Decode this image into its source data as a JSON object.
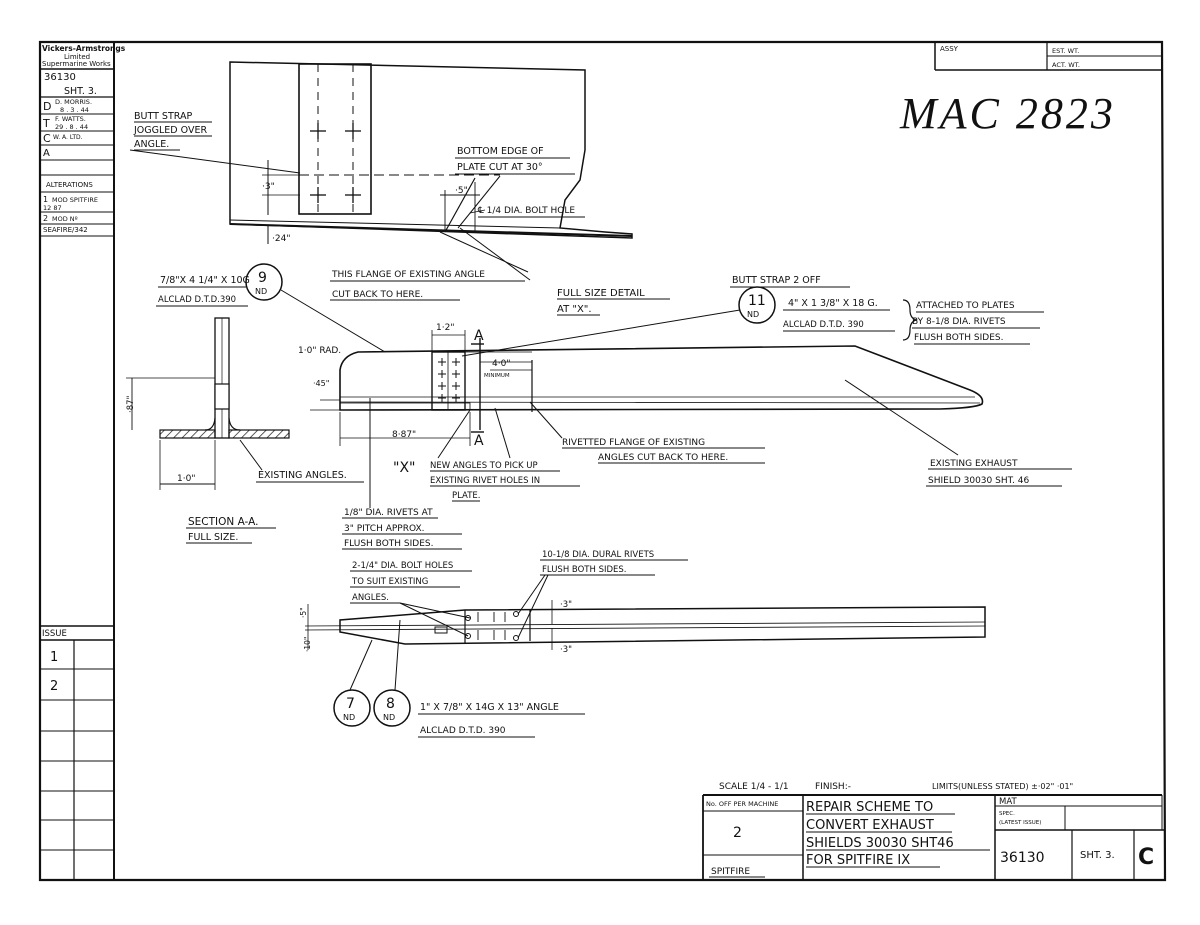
{
  "sidebar": {
    "company": [
      "Vickers-Armstrongs",
      "Limited",
      "Supermarine Works"
    ],
    "drawing_no": "36130",
    "sheet": "SHT. 3.",
    "rows": [
      {
        "letter": "D",
        "text": [
          "D. MORRIS.",
          "8 . 3 . 44"
        ]
      },
      {
        "letter": "T",
        "text": [
          "F. WATTS.",
          "29 . 8 . 44"
        ]
      },
      {
        "letter": "C",
        "text": [
          "W. A. LTD."
        ]
      },
      {
        "letter": "A",
        "text": []
      }
    ],
    "alterations_label": "ALTERATIONS",
    "alterations": [
      {
        "no": "1",
        "text": [
          "MOD SPITFIRE",
          "12 87"
        ]
      },
      {
        "no": "2",
        "text": [
          "MOD Nº",
          "SEAFIRE/342"
        ]
      }
    ],
    "issue_label": "ISSUE",
    "issues": [
      "1",
      "2"
    ]
  },
  "top_box": {
    "assy": "ASSY",
    "est_wt": "EST. WT.",
    "act_wt": "ACT. WT."
  },
  "mac_number": "MAC 2823",
  "top_detail": {
    "butt_strap": [
      "BUTT STRAP",
      "JOGGLED OVER",
      "ANGLE."
    ],
    "bottom_edge": [
      "BOTTOM EDGE OF",
      "PLATE CUT AT 30°"
    ],
    "dim_05": "·5\"",
    "dim_03": "·3\"",
    "dim_024": "·24\"",
    "bolt_hole": "℄ 1/4 DIA. BOLT HOLE",
    "flange": [
      "THIS FLANGE OF EXISTING ANGLE",
      "CUT BACK TO HERE."
    ],
    "full_size": [
      "FULL SIZE DETAIL",
      "AT \"X\"."
    ]
  },
  "callouts": {
    "c9": {
      "num": "9",
      "suffix": "ND"
    },
    "c11": {
      "num": "11",
      "suffix": "ND"
    },
    "c7": {
      "num": "7",
      "suffix": "ND"
    },
    "c8": {
      "num": "8",
      "suffix": "ND"
    }
  },
  "material_9": [
    "7/8\"X 4 1/4\" X 10G",
    "ALCLAD D.T.D.390"
  ],
  "butt_strap_2off": "BUTT STRAP 2 OFF",
  "material_11": [
    "4\" X 1 3/8\" X 18 G.",
    "ALCLAD D.T.D. 390"
  ],
  "attached": [
    "ATTACHED TO PLATES",
    "BY 8-1/8 DIA. RIVETS",
    "FLUSH BOTH SIDES."
  ],
  "middle_view": {
    "rad": "1·0\" RAD.",
    "dim_12": "1·2\"",
    "section_mark": "A",
    "dim_40": "4·0\"",
    "minimum": "MINIMUM",
    "dim_887": "8·87\"",
    "dim_45": "·45\"",
    "dim_087": "·87\"",
    "dim_10": "1·0\"",
    "x_mark": "\"X\"",
    "new_angles": [
      "NEW ANGLES TO PICK UP",
      "EXISTING RIVET HOLES IN",
      "PLATE."
    ],
    "rivetted": [
      "RIVETTED FLANGE OF EXISTING",
      "ANGLES CUT BACK TO HERE."
    ],
    "existing_exhaust": [
      "EXISTING EXHAUST",
      "SHIELD 30030 SHT. 46"
    ],
    "existing_angles": "EXISTING ANGLES.",
    "section_aa": [
      "SECTION A-A.",
      "FULL SIZE."
    ],
    "rivets_18": [
      "1/8\" DIA. RIVETS AT",
      "3\" PITCH APPROX.",
      "FLUSH BOTH SIDES."
    ]
  },
  "lower_view": {
    "bolt_holes": [
      "2-1/4\" DIA. BOLT HOLES",
      "TO SUIT EXISTING",
      "ANGLES."
    ],
    "dural": [
      "10-1/8 DIA. DURAL RIVETS",
      "FLUSH BOTH SIDES."
    ],
    "dim_03a": "·3\"",
    "dim_03b": "·3\"",
    "dim_05": "·5\"",
    "dim_10": "·10\"",
    "angle_spec": [
      "1\" X 7/8\" X 14G X 13\" ANGLE",
      "ALCLAD D.T.D. 390"
    ]
  },
  "title_block": {
    "scale": "SCALE 1/4 - 1/1",
    "finish": "FINISH:-",
    "limits": "LIMITS(UNLESS STATED) ±·02\" ·01\"",
    "no_off_label": "No. OFF PER MACHINE",
    "no_off_value": "2",
    "machine": "SPITFIRE",
    "title_lines": [
      "REPAIR SCHEME TO",
      "CONVERT EXHAUST",
      "SHIELDS 30030 SHT46",
      "FOR SPITFIRE IX"
    ],
    "mat": "MAT",
    "spec": [
      "SPEC.",
      "(LATEST ISSUE)"
    ],
    "drawing_no": "36130",
    "sheet": "SHT. 3.",
    "issue_letter": "C"
  }
}
